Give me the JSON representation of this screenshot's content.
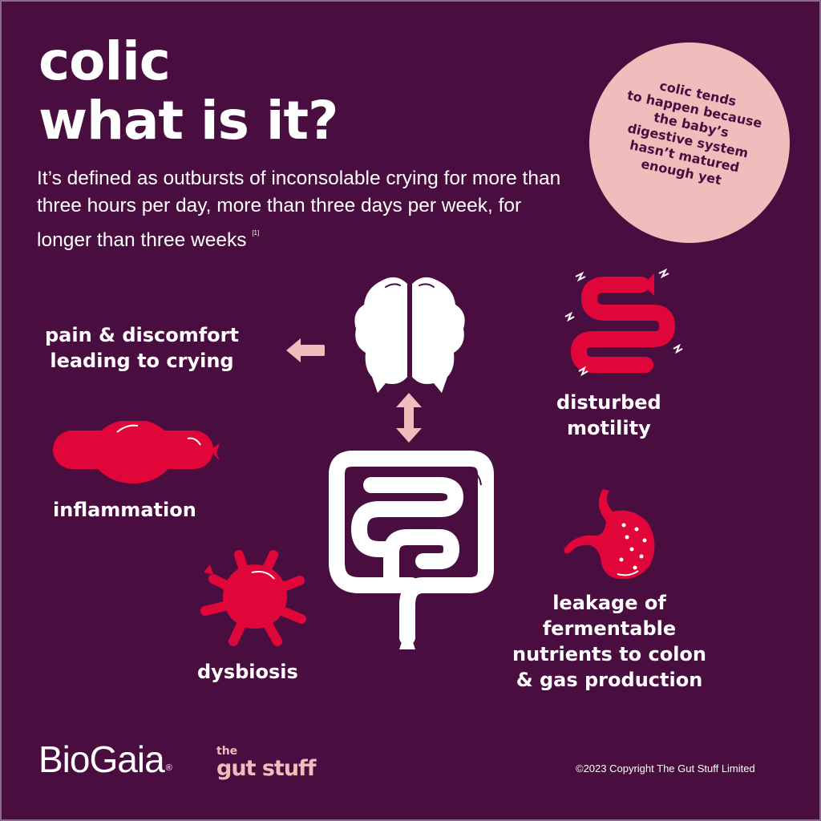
{
  "header": {
    "title_line1": "colic",
    "title_line2": "what is it?",
    "intro_text": "It’s defined as outbursts of inconsolable crying for more than three hours per day, more than three days per week, for longer than three weeks",
    "intro_footnote": "[1]"
  },
  "callout": {
    "lines": [
      "colic tends",
      "to happen because",
      "the baby’s",
      "digestive system",
      "hasn’t matured",
      "enough yet"
    ]
  },
  "diagram": {
    "center_icons": [
      "brain-icon",
      "gut-intestines-icon"
    ],
    "arrows": [
      "arrow-left-icon",
      "arrow-up-down-icon"
    ],
    "items": [
      {
        "id": "pain",
        "label_line1": "pain & discomfort",
        "label_line2": "leading to crying",
        "icon": "arrow-left-icon"
      },
      {
        "id": "motility",
        "label_line1": "disturbed",
        "label_line2": "motility",
        "icon": "wiggly-intestine-icon"
      },
      {
        "id": "inflammation",
        "label_line1": "inflammation",
        "icon": "swollen-balloon-icon"
      },
      {
        "id": "dysbiosis",
        "label_line1": "dysbiosis",
        "icon": "bacteria-icon"
      },
      {
        "id": "leakage",
        "label_line1": "leakage of",
        "label_line2": "fermentable",
        "label_line3": "nutrients to colon",
        "label_line4": "& gas production",
        "icon": "stomach-icon"
      }
    ]
  },
  "footer": {
    "brand1": "BioGaia",
    "brand1_reg": "®",
    "brand2_small": "the",
    "brand2_large": "gut stuff",
    "copyright": "©2023 Copyright The Gut Stuff Limited"
  },
  "colors": {
    "background": "#4a0d3f",
    "accent_red": "#e0063a",
    "accent_pink": "#f1bcbc",
    "text": "#ffffff"
  }
}
